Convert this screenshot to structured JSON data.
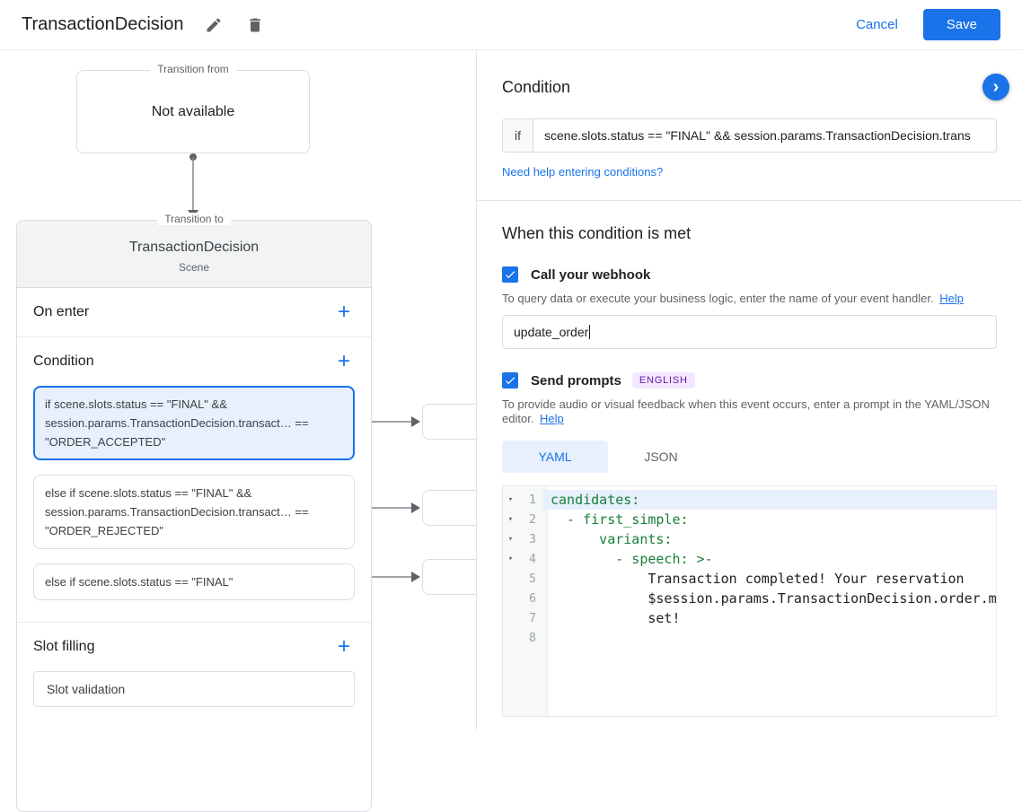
{
  "header": {
    "title": "TransactionDecision",
    "cancel_label": "Cancel",
    "save_label": "Save"
  },
  "icons": {
    "add": "+",
    "chevron_right": "›",
    "fold": "▾"
  },
  "colors": {
    "accent": "#1a73e8",
    "selection_bg": "#e8f0fe",
    "code_key_green": "#188038",
    "badge_bg": "#f3e8fd",
    "badge_text": "#681da8"
  },
  "canvas": {
    "transition_from": {
      "label": "Transition from",
      "value": "Not available"
    },
    "transition_to": {
      "label": "Transition to",
      "title": "TransactionDecision",
      "subtitle": "Scene"
    },
    "on_enter_label": "On enter",
    "condition_label": "Condition",
    "slot_filling_label": "Slot filling",
    "slot_validation_label": "Slot validation",
    "conditions": [
      {
        "text": "if scene.slots.status == \"FINAL\" && session.params.TransactionDecision.transact… == \"ORDER_ACCEPTED\"",
        "selected": true
      },
      {
        "text": "else if scene.slots.status == \"FINAL\" && session.params.TransactionDecision.transact… == \"ORDER_REJECTED\"",
        "selected": false
      },
      {
        "text": "else if scene.slots.status == \"FINAL\"",
        "selected": false
      }
    ]
  },
  "panel": {
    "title": "Condition",
    "if_label": "if",
    "condition_value": "scene.slots.status == \"FINAL\" && session.params.TransactionDecision.trans",
    "conditions_help_link": "Need help entering conditions?",
    "when_met_heading": "When this condition is met",
    "webhook": {
      "label": "Call your webhook",
      "checked": true,
      "description": "To query data or execute your business logic, enter the name of your event handler.",
      "help_label": "Help",
      "value": "update_order"
    },
    "prompts": {
      "label": "Send prompts",
      "checked": true,
      "badge": "ENGLISH",
      "description": "To provide audio or visual feedback when this event occurs, enter a prompt in the YAML/JSON editor.",
      "help_label": "Help"
    },
    "tabs": {
      "yaml": "YAML",
      "json": "JSON",
      "active": "YAML"
    },
    "editor": {
      "lines": [
        {
          "num": "1",
          "text": "candidates:",
          "type": "key",
          "fold": true,
          "selected": true
        },
        {
          "num": "2",
          "text": "  - first_simple:",
          "type": "key",
          "fold": true,
          "selected": false
        },
        {
          "num": "3",
          "text": "      variants:",
          "type": "key",
          "fold": true,
          "selected": false
        },
        {
          "num": "4",
          "text": "        - speech: >-",
          "type": "key",
          "fold": true,
          "selected": false
        },
        {
          "num": "5",
          "text": "            Transaction completed! Your reservation",
          "type": "plain",
          "fold": false,
          "selected": false
        },
        {
          "num": "6",
          "text": "            $session.params.TransactionDecision.order.m",
          "type": "plain",
          "fold": false,
          "selected": false
        },
        {
          "num": "7",
          "text": "            set!",
          "type": "plain",
          "fold": false,
          "selected": false
        },
        {
          "num": "8",
          "text": "",
          "type": "plain",
          "fold": false,
          "selected": false
        }
      ]
    }
  }
}
